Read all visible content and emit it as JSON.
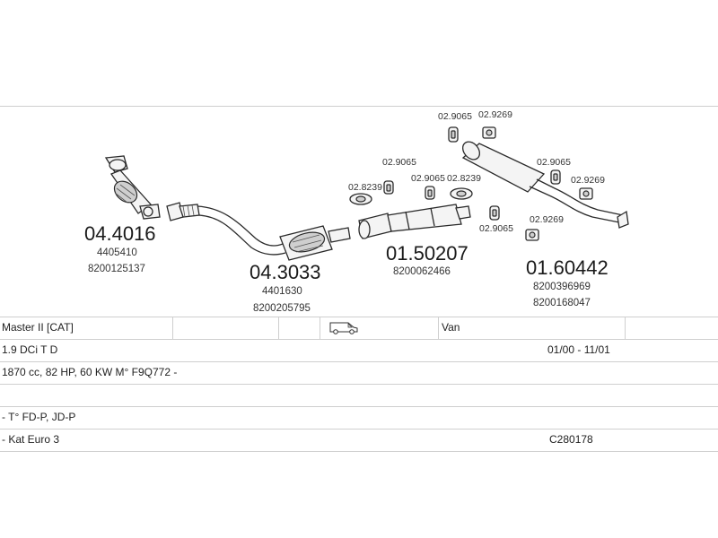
{
  "parts": [
    {
      "number": "04.4016",
      "refs": [
        "4405410",
        "8200125137"
      ]
    },
    {
      "number": "04.3033",
      "refs": [
        "4401630",
        "8200205795"
      ]
    },
    {
      "number": "01.50207",
      "refs": [
        "8200062466"
      ]
    },
    {
      "number": "01.60442",
      "refs": [
        "8200396969",
        "8200168047"
      ]
    }
  ],
  "fittings": [
    "02.8239",
    "02.9065",
    "02.9065",
    "02.8239",
    "02.9065",
    "02.9269",
    "02.9065",
    "02.9269",
    "02.9065",
    "02.9269"
  ],
  "icons": {
    "vehicle": "van-icon",
    "gasket": "gasket-icon",
    "hanger": "rubber-hanger-icon",
    "clamp": "clamp-icon"
  },
  "vehicle": {
    "model": "Master II [CAT]",
    "body": "Van",
    "engine": "1.9 DCi T D",
    "date_range": "01/00 - 11/01",
    "specs": "1870 cc, 82 HP, 60 KW M° F9Q772 -",
    "types": "- T° FD-P, JD-P",
    "emission": "- Kat Euro 3",
    "code": "C280178"
  }
}
